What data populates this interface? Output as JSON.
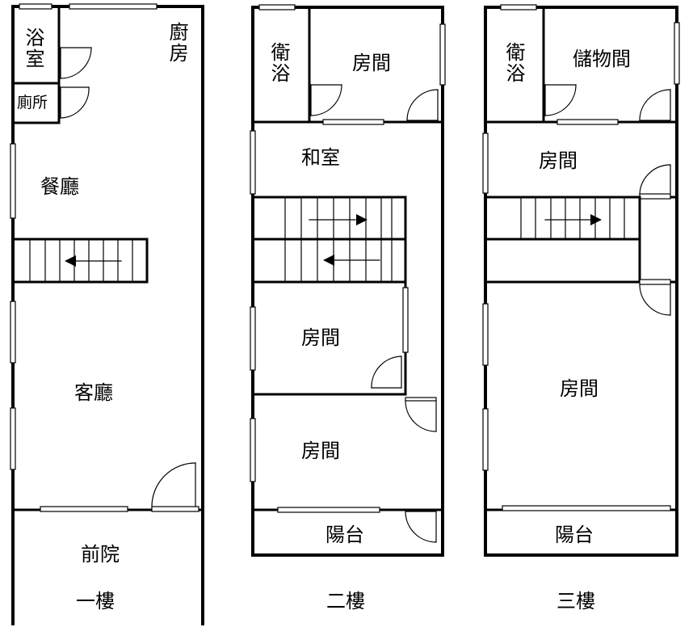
{
  "floor1": {
    "bathroom": "浴室",
    "toilet": "廁所",
    "kitchen": "廚房",
    "dining": "餐廳",
    "living": "客廳",
    "front_yard": "前院",
    "name": "一樓"
  },
  "floor2": {
    "bathroom": "衛浴",
    "room_top": "房間",
    "tatami": "和室",
    "room_mid": "房間",
    "room_low": "房間",
    "balcony": "陽台",
    "name": "二樓"
  },
  "floor3": {
    "bathroom": "衛浴",
    "storage": "儲物間",
    "room_top": "房間",
    "room_big": "房間",
    "balcony": "陽台",
    "name": "三樓"
  },
  "colors": {
    "wall": "#000000",
    "window": "#ffffff",
    "background": "#ffffff"
  }
}
